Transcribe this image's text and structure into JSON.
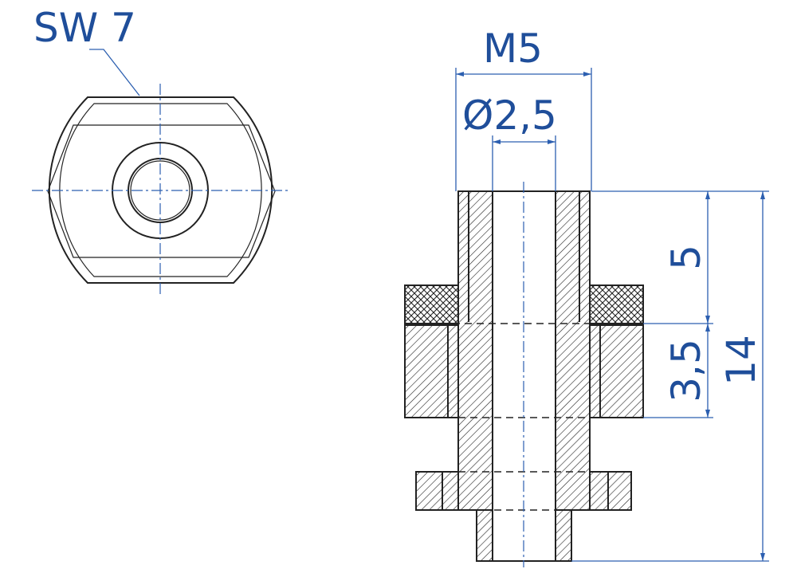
{
  "labels": {
    "wrench_size": "SW 7",
    "thread": "M5",
    "bore": "Ø2,5",
    "head_height": "5",
    "collar_height": "3,5",
    "total_length": "14"
  },
  "colors": {
    "dimension": "#1f4e9a",
    "outline": "#222222"
  }
}
